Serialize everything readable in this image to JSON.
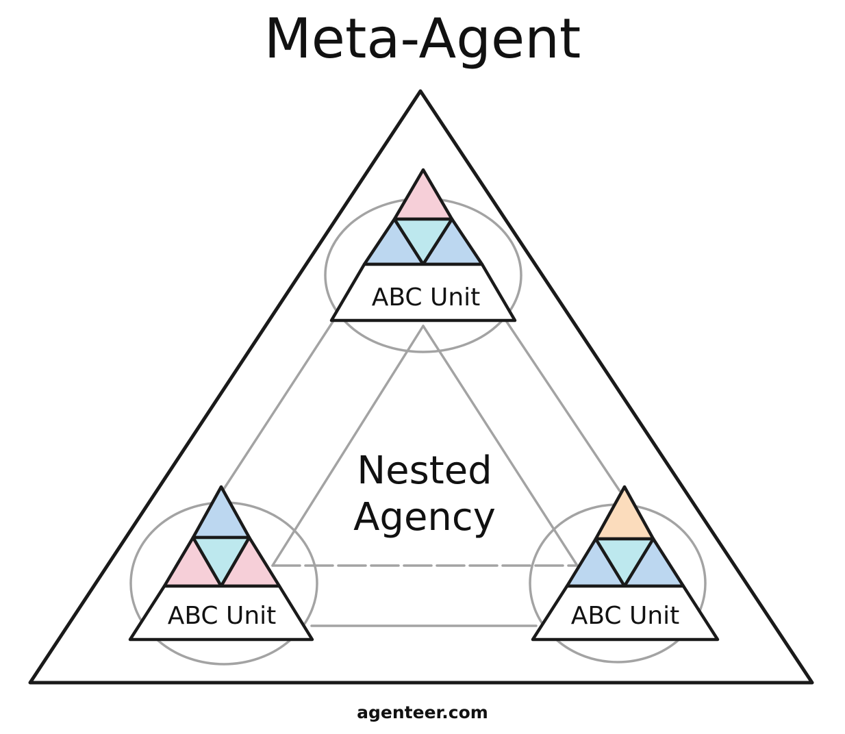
{
  "title": "Meta-Agent",
  "center_label": {
    "line1": "Nested",
    "line2": "Agency"
  },
  "units": [
    {
      "label": "ABC Unit",
      "colors": {
        "top": "#f6cfd8",
        "left": "#bcd7f0",
        "center": "#bde8ee",
        "right": "#bcd7f0"
      }
    },
    {
      "label": "ABC Unit",
      "colors": {
        "top": "#bcd7f0",
        "left": "#f6cfd8",
        "center": "#bde8ee",
        "right": "#f6cfd8"
      }
    },
    {
      "label": "ABC Unit",
      "colors": {
        "top": "#fbdcbc",
        "left": "#bcd7f0",
        "center": "#bde8ee",
        "right": "#bcd7f0"
      }
    }
  ],
  "footer": "agenteer.com"
}
